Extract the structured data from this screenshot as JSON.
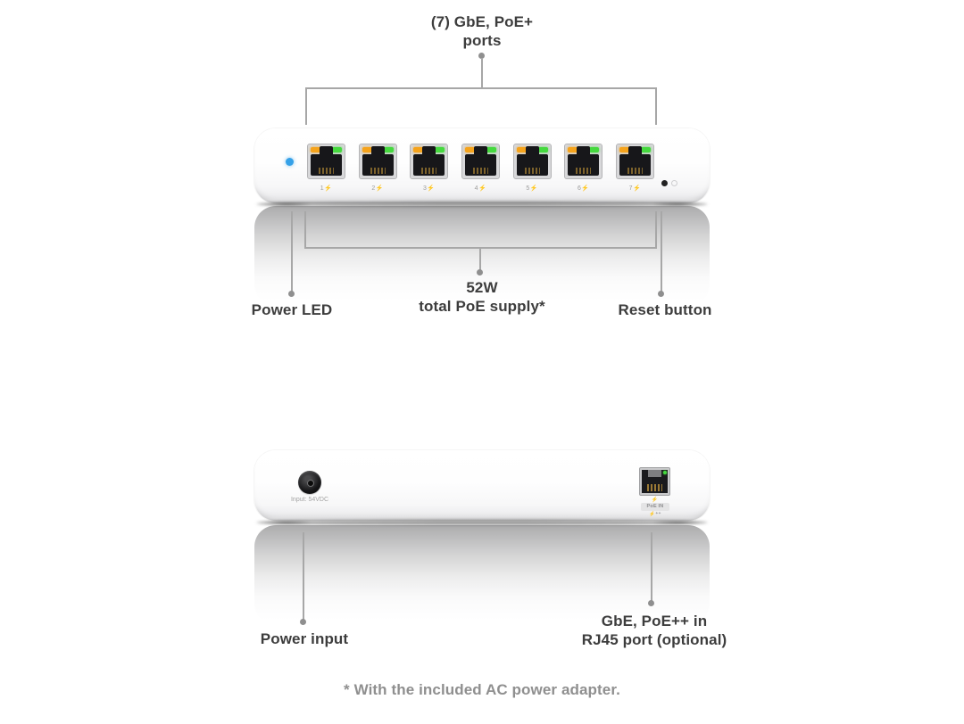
{
  "colors": {
    "background": "#ffffff",
    "label_dark": "#3d3d3d",
    "label_muted": "#8f8f8f",
    "leader_line": "#a7a7a7",
    "led_blue": "#35A1E8",
    "led_orange": "#F5A31C",
    "led_green": "#45D93E"
  },
  "callouts": {
    "ports_top": {
      "line1": "(7) GbE, PoE+",
      "line2": "ports"
    },
    "power_led": "Power LED",
    "poe_supply": {
      "line1": "52W",
      "line2": "total PoE supply*"
    },
    "reset": "Reset button",
    "power_input": "Power input",
    "poe_in": {
      "line1": "GbE, PoE++ in",
      "line2": "RJ45 port (optional)"
    }
  },
  "front": {
    "ports": [
      "1",
      "2",
      "3",
      "4",
      "5",
      "6",
      "7"
    ],
    "poe_glyph": "⚡"
  },
  "rear": {
    "input_label": "Input: 54VDC",
    "poe_glyph": "⚡",
    "poe_in_badge": "PoE IN ⚡⁺⁺"
  },
  "footer": {
    "note": "* With the included AC power adapter."
  }
}
